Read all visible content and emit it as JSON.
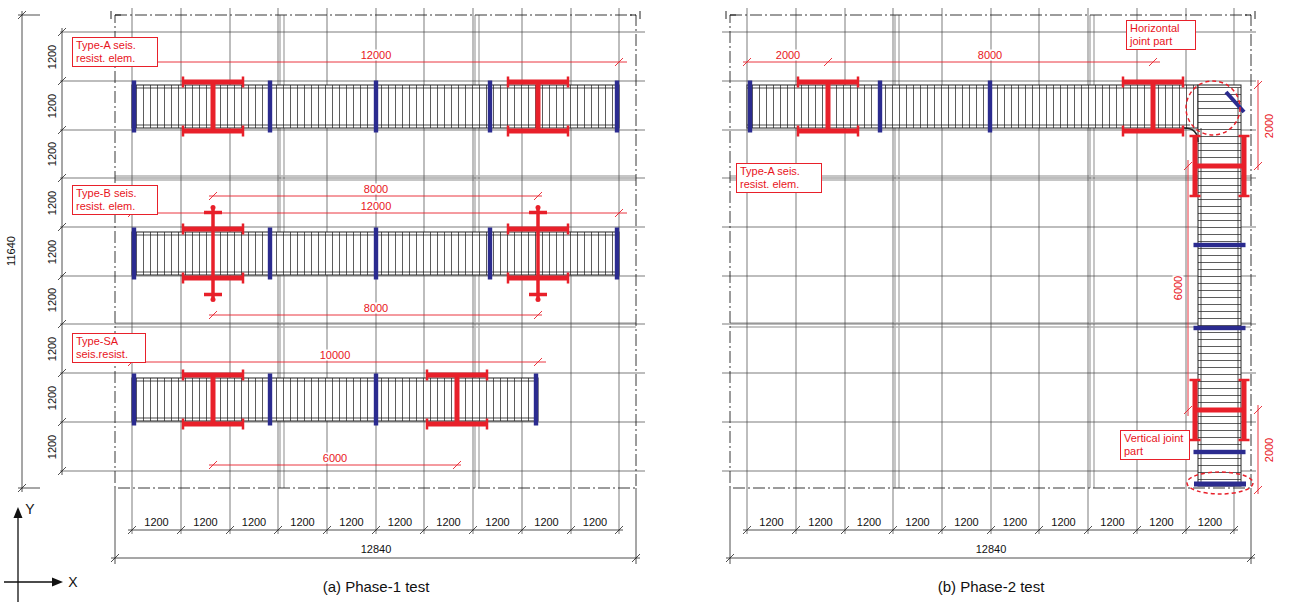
{
  "diagram": {
    "nodes": [
      {
        "text": [
          "Type-A seis. resist. elem."
        ]
      },
      {
        "text": [
          "Type-B seis. resist. elem."
        ]
      },
      {
        "text": [
          "Type-SA seis.resist."
        ]
      },
      {
        "text": [
          "Horizontal joint part"
        ]
      },
      {
        "text": [
          "Type-A seis. resist. elem."
        ]
      },
      {
        "text": [
          "Vertical joint part"
        ]
      }
    ],
    "labels": [
      "1200",
      "1200",
      "1200",
      "1200",
      "1200",
      "1200",
      "1200",
      "1200",
      "1200",
      "11640",
      "12000",
      "8000",
      "12000",
      "8000",
      "10000",
      "6000",
      "1200",
      "1200",
      "1200",
      "1200",
      "1200",
      "1200",
      "1200",
      "1200",
      "1200",
      "1200",
      "12840",
      "(a) Phase-1 test",
      "2000",
      "8000",
      "2000",
      "6000",
      "2000",
      "1200",
      "1200",
      "1200",
      "1200",
      "1200",
      "1200",
      "1200",
      "1200",
      "1200",
      "1200",
      "12840",
      "(b) Phase-2 test",
      "Y",
      "X"
    ]
  }
}
